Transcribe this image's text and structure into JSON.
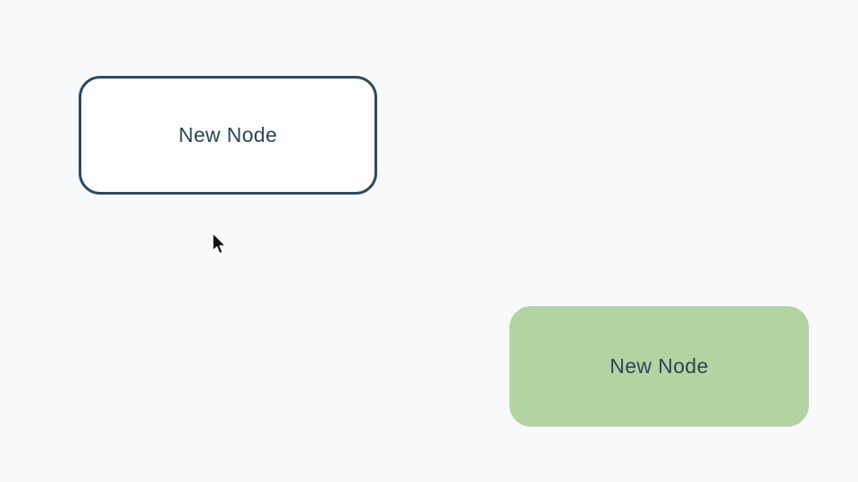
{
  "canvas": {
    "background_color": "#f8f9fb"
  },
  "nodes": [
    {
      "label": "New Node",
      "variant": "outlined",
      "fill_color": "#fcfdfe",
      "border_color": "#2d4a5e",
      "text_color": "#2d4455"
    },
    {
      "label": "New Node",
      "variant": "filled",
      "fill_color": "#b2d4a2",
      "border_color": "",
      "text_color": "#2d4455"
    }
  ],
  "cursor": {
    "type": "arrow-cursor"
  }
}
